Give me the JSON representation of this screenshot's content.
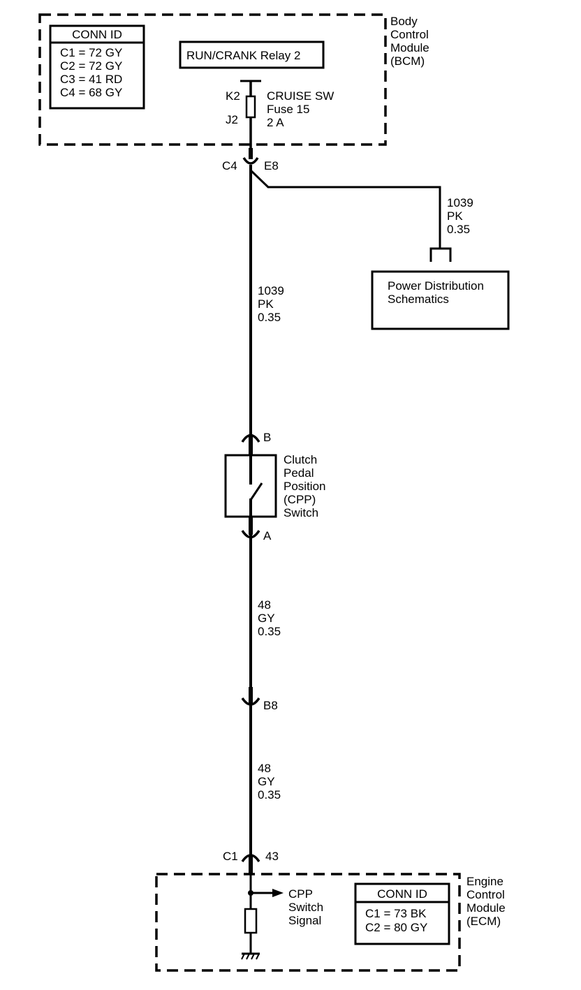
{
  "bcm": {
    "label_lines": [
      "Body",
      "Control",
      "Module",
      "(BCM)"
    ],
    "conn_id": {
      "title": "CONN ID",
      "rows": [
        "C1 = 72 GY",
        "C2 = 72 GY",
        "C3 = 41 RD",
        "C4 = 68 GY"
      ]
    },
    "relay_label": "RUN/CRANK Relay 2",
    "fuse_pin_top": "K2",
    "fuse_pin_bottom": "J2",
    "fuse_lines": [
      "CRUISE SW",
      "Fuse 15",
      "2 A"
    ]
  },
  "bcm_connector": {
    "connector": "C4",
    "pin": "E8"
  },
  "branch_wire": {
    "lines": [
      "1039",
      "PK",
      "0.35"
    ]
  },
  "power_distribution": {
    "lines": [
      "Power Distribution",
      "Schematics"
    ]
  },
  "wire_1039": {
    "lines": [
      "1039",
      "PK",
      "0.35"
    ]
  },
  "cpp_switch": {
    "pin_top": "B",
    "pin_bottom": "A",
    "label_lines": [
      "Clutch",
      "Pedal",
      "Position",
      "(CPP)",
      "Switch"
    ]
  },
  "wire_48_upper": {
    "lines": [
      "48",
      "GY",
      "0.35"
    ]
  },
  "inline_connector": {
    "pin": "B8"
  },
  "wire_48_lower": {
    "lines": [
      "48",
      "GY",
      "0.35"
    ]
  },
  "ecm_connector": {
    "connector": "C1",
    "pin": "43"
  },
  "ecm": {
    "label_lines": [
      "Engine",
      "Control",
      "Module",
      "(ECM)"
    ],
    "signal_lines": [
      "CPP",
      "Switch",
      "Signal"
    ],
    "conn_id": {
      "title": "CONN ID",
      "rows": [
        "C1 = 73 BK",
        "C2 = 80 GY"
      ]
    }
  }
}
